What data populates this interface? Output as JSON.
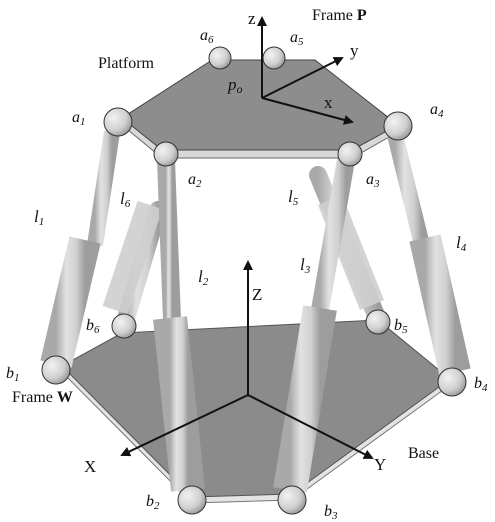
{
  "labels": {
    "frame_p_prefix": "Frame ",
    "frame_p_name": "P",
    "frame_w_prefix": "Frame ",
    "frame_w_name": "W",
    "platform": "Platform",
    "base": "Base",
    "origin": "p",
    "origin_sub": "o",
    "axis_z_p": "z",
    "axis_y_p": "y",
    "axis_x_p": "x",
    "axis_Z_w": "Z",
    "axis_X_w": "X",
    "axis_Y_w": "Y"
  },
  "joints_platform": [
    "a",
    "a",
    "a",
    "a",
    "a",
    "a"
  ],
  "joints_platform_sub": [
    "1",
    "2",
    "3",
    "4",
    "5",
    "6"
  ],
  "joints_base": [
    "b",
    "b",
    "b",
    "b",
    "b",
    "b"
  ],
  "joints_base_sub": [
    "1",
    "2",
    "3",
    "4",
    "5",
    "6"
  ],
  "legs": [
    "l",
    "l",
    "l",
    "l",
    "l",
    "l"
  ],
  "legs_sub": [
    "1",
    "2",
    "3",
    "4",
    "5",
    "6"
  ],
  "colors": {
    "platform_fill": "#8c8c8c",
    "base_fill": "#8a8a8a",
    "base_edge": "#e6e6e6",
    "leg_fill": "#d2d2d2",
    "leg_shade": "#a8a8a8",
    "joint_fill": "#d9d9d9"
  }
}
